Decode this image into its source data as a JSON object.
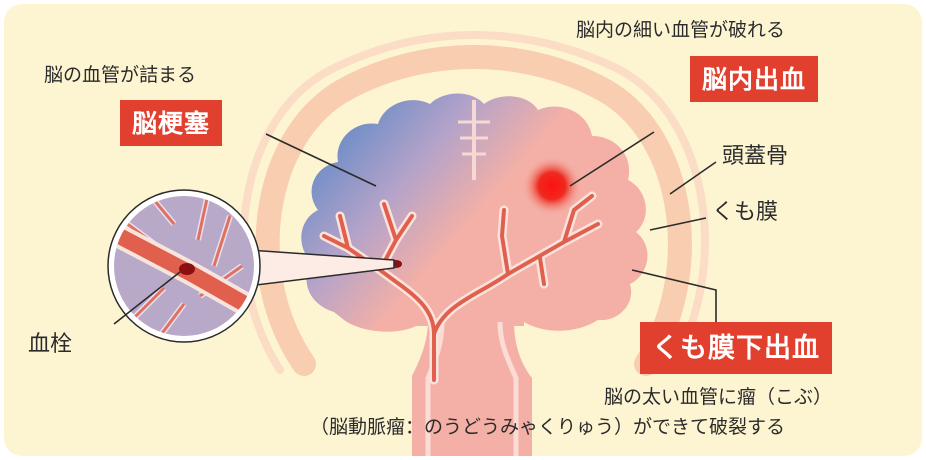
{
  "labels": {
    "infarction": {
      "caption": "脳の血管が詰まる",
      "title": "脳梗塞"
    },
    "intracerebral": {
      "caption": "脳内の細い血管が破れる",
      "title": "脳内出血"
    },
    "skull": "頭蓋骨",
    "arachnoid": "くも膜",
    "subarachnoid": {
      "title": "くも膜下出血",
      "caption_line1": "脳の太い血管に瘤（こぶ）",
      "caption_line2": "（脳動脈瘤：のうどうみゃくりゅう）ができて破裂する"
    },
    "thrombus": "血栓"
  },
  "colors": {
    "background": "#fdf5d2",
    "badge": "#e2402f",
    "left_hemisphere": "#3f7fc6",
    "right_hemisphere": "#f4b0a6",
    "skull_arc": "#f8cdb0",
    "vessel": "#e0604d",
    "bleed": "#e01818"
  }
}
